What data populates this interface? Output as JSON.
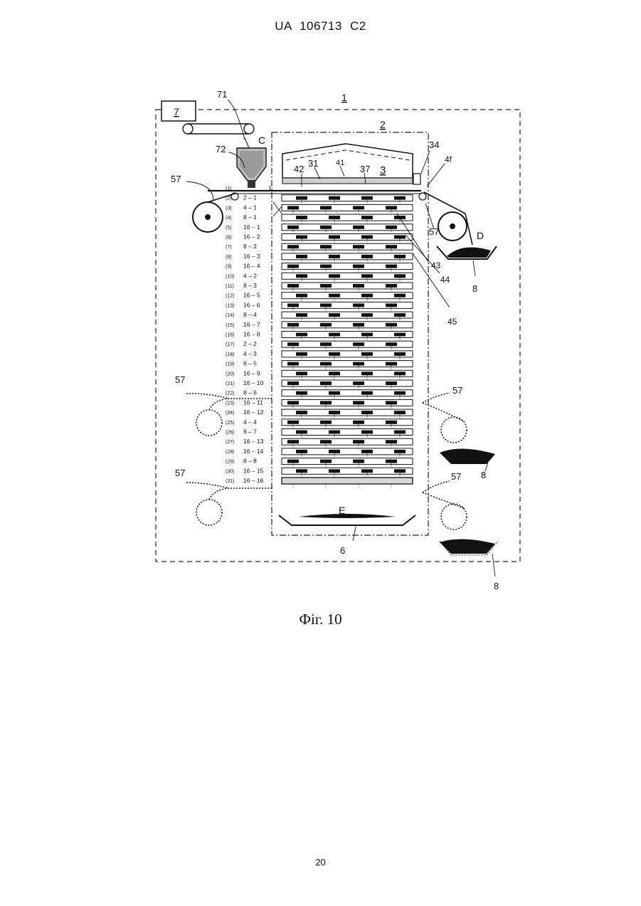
{
  "header": {
    "patent_number": "UA   106713   C2"
  },
  "figure": {
    "caption": "Фіг. 10",
    "labels": {
      "system": "1",
      "chamber": "2",
      "chamber_top": "3",
      "supplier": "7",
      "hopper_ref": "71",
      "hopper_pipe": "72",
      "hopper_letter": "C",
      "ref_31": "31",
      "ref_41": "41",
      "ref_37": "37",
      "ref_42": "42",
      "ref_34": "34",
      "ref_4f": "4f",
      "ref_43": "43",
      "ref_44": "44",
      "ref_45": "45",
      "ref_1": "1",
      "output_D": "D",
      "output_E": "E",
      "ref_6": "6",
      "roll": "57",
      "tray": "8"
    },
    "rows": [
      {
        "idx": "(1)",
        "label": ""
      },
      {
        "idx": "(2)",
        "label": "2 – 1"
      },
      {
        "idx": "(3)",
        "label": "4 – 1"
      },
      {
        "idx": "(4)",
        "label": "8 – 1"
      },
      {
        "idx": "(5)",
        "label": "16 – 1"
      },
      {
        "idx": "(6)",
        "label": "16 – 2"
      },
      {
        "idx": "(7)",
        "label": "8 – 2"
      },
      {
        "idx": "(8)",
        "label": "16 – 3"
      },
      {
        "idx": "(9)",
        "label": "16 – 4"
      },
      {
        "idx": "(10)",
        "label": "4 – 2"
      },
      {
        "idx": "(11)",
        "label": "8 – 3"
      },
      {
        "idx": "(12)",
        "label": "16 – 5"
      },
      {
        "idx": "(13)",
        "label": "16 – 6"
      },
      {
        "idx": "(14)",
        "label": "8 – 4"
      },
      {
        "idx": "(15)",
        "label": "16 – 7"
      },
      {
        "idx": "(16)",
        "label": "16 – 8"
      },
      {
        "idx": "(17)",
        "label": "2 – 2"
      },
      {
        "idx": "(18)",
        "label": "4 – 3"
      },
      {
        "idx": "(19)",
        "label": "8 – 5"
      },
      {
        "idx": "(20)",
        "label": "16 – 9"
      },
      {
        "idx": "(21)",
        "label": "16 – 10"
      },
      {
        "idx": "(22)",
        "label": "8 – 6"
      },
      {
        "idx": "(23)",
        "label": "16 – 11"
      },
      {
        "idx": "(24)",
        "label": "16 – 12"
      },
      {
        "idx": "(25)",
        "label": "4 – 4"
      },
      {
        "idx": "(26)",
        "label": "8 – 7"
      },
      {
        "idx": "(27)",
        "label": "16 – 13"
      },
      {
        "idx": "(28)",
        "label": "16 – 14"
      },
      {
        "idx": "(29)",
        "label": "8 – 8"
      },
      {
        "idx": "(30)",
        "label": "16 – 15"
      },
      {
        "idx": "(31)",
        "label": "16 – 16"
      }
    ]
  },
  "page": {
    "number": "20"
  }
}
